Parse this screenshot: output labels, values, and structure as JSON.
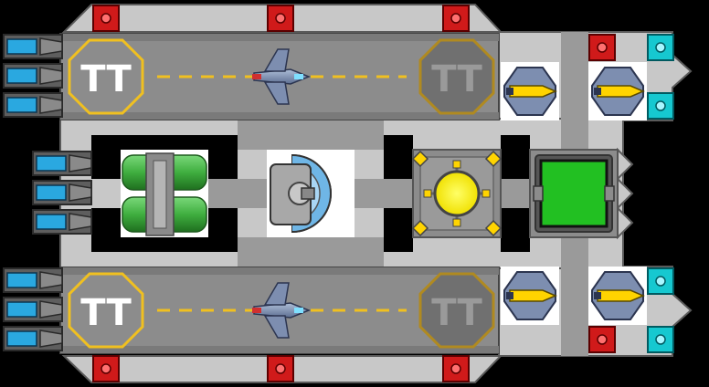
{
  "scene": {
    "background_color": "#000000",
    "hull_color": "#c8c8c8",
    "hull_edge_color": "#5a5a5a",
    "corridor_color": "#9a9a9a",
    "hangar_floor_color": "#8c8c8c"
  },
  "hangars": [
    {
      "id": "top",
      "left_pad_label": "TT",
      "right_pad_label": "TT",
      "ship": "fighter"
    },
    {
      "id": "bottom",
      "left_pad_label": "TT",
      "right_pad_label": "TT",
      "ship": "fighter"
    }
  ],
  "rooms": [
    {
      "id": "fuel-tanks",
      "kind": "storage",
      "color": "#3fae3f"
    },
    {
      "id": "reactor",
      "kind": "engine",
      "color": "#6fb6e6"
    },
    {
      "id": "shield-core",
      "kind": "shield",
      "color": "#ffff1a"
    },
    {
      "id": "control-panel",
      "kind": "terminal",
      "color": "#22c022"
    }
  ],
  "turrets": {
    "red_count": 8,
    "cyan_count": 4,
    "red_color": "#d01a1a",
    "cyan_color": "#16c8d0",
    "cannon_accent": "#ffd400"
  },
  "thrusters": {
    "count": 9,
    "glow_color": "#2aa8e0"
  },
  "markings": {
    "pad_outline": "#f0c020",
    "runway_stripe": "#f0c020"
  }
}
